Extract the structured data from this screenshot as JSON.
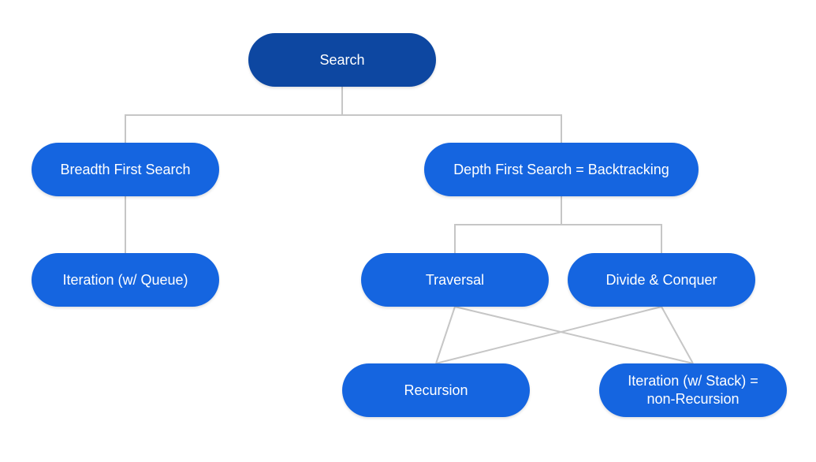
{
  "colors": {
    "root_fill": "#0d47a1",
    "node_fill": "#1565e0",
    "edge": "#c6c6c6",
    "text": "#ffffff"
  },
  "nodes": {
    "search": "Search",
    "bfs": "Breadth First Search",
    "dfs": "Depth First Search = Backtracking",
    "iteration_queue": "Iteration (w/ Queue)",
    "traversal": "Traversal",
    "divide_conquer": "Divide & Conquer",
    "recursion": "Recursion",
    "iteration_stack": "Iteration (w/ Stack) =\nnon-Recursion"
  }
}
